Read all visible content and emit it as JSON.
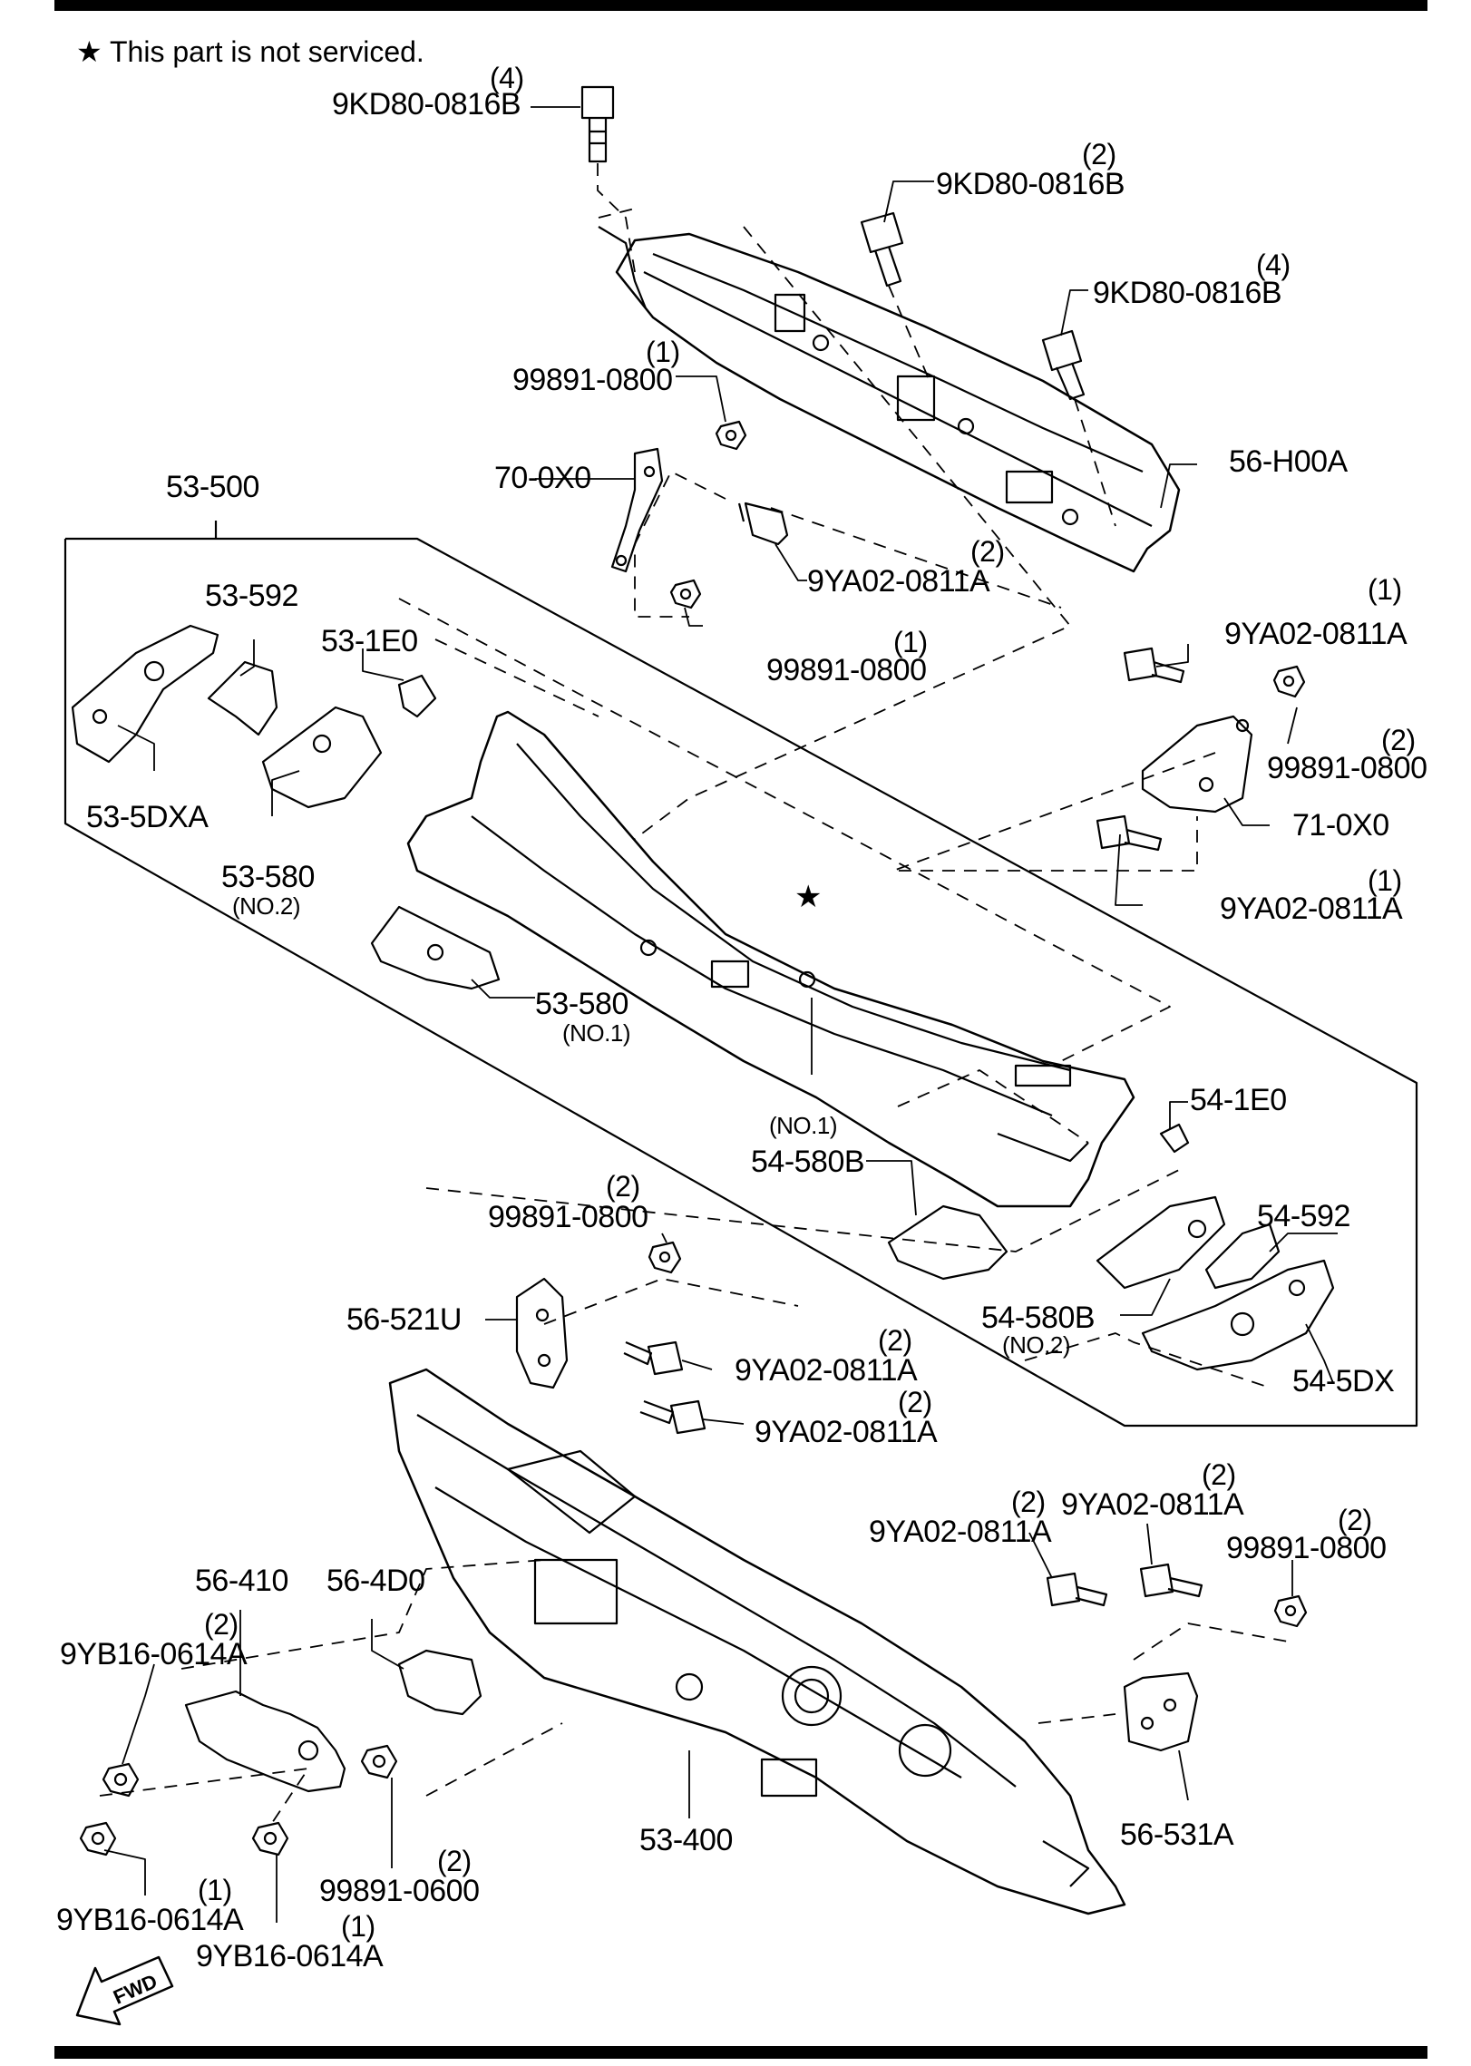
{
  "note": "This part is not serviced.",
  "star_symbol": "★",
  "fwd_label": "FWD",
  "callouts": [
    {
      "id": "bolt-top-left",
      "part": "9KD80-0816B",
      "qty": "(4)"
    },
    {
      "id": "bolt-top-mid",
      "part": "9KD80-0816B",
      "qty": "(2)"
    },
    {
      "id": "bolt-top-right",
      "part": "9KD80-0816B",
      "qty": "(4)"
    },
    {
      "id": "nut-70-upper",
      "part": "99891-0800",
      "qty": "(1)"
    },
    {
      "id": "bracket-70",
      "part": "70-0X0",
      "qty": ""
    },
    {
      "id": "cowl-panel-56",
      "part": "56-H00A",
      "qty": ""
    },
    {
      "id": "assembly-53-500",
      "part": "53-500",
      "qty": ""
    },
    {
      "id": "bolt-70",
      "part": "9YA02-0811A",
      "qty": "(2)"
    },
    {
      "id": "nut-70-lower",
      "part": "99891-0800",
      "qty": "(1)"
    },
    {
      "id": "part-53-592",
      "part": "53-592",
      "qty": ""
    },
    {
      "id": "part-53-1e0",
      "part": "53-1E0",
      "qty": ""
    },
    {
      "id": "part-53-5dxa",
      "part": "53-5DXA",
      "qty": ""
    },
    {
      "id": "part-53-580-no2",
      "part": "53-580",
      "qty": "",
      "sub": "(NO.2)"
    },
    {
      "id": "part-53-580-no1",
      "part": "53-580",
      "qty": "",
      "sub": "(NO.1)"
    },
    {
      "id": "bolt-71-upper",
      "part": "9YA02-0811A",
      "qty": "(1)"
    },
    {
      "id": "nut-71",
      "part": "99891-0800",
      "qty": "(2)"
    },
    {
      "id": "bracket-71",
      "part": "71-0X0",
      "qty": ""
    },
    {
      "id": "bolt-71-lower",
      "part": "9YA02-0811A",
      "qty": "(1)"
    },
    {
      "id": "part-54-1e0",
      "part": "54-1E0",
      "qty": ""
    },
    {
      "id": "part-54-580b-no1",
      "part": "54-580B",
      "qty": "",
      "sub": "(NO.1)"
    },
    {
      "id": "part-54-592",
      "part": "54-592",
      "qty": ""
    },
    {
      "id": "part-54-580b-no2",
      "part": "54-580B",
      "qty": "",
      "sub": "(NO.2)"
    },
    {
      "id": "part-54-5dx",
      "part": "54-5DX",
      "qty": ""
    },
    {
      "id": "nut-56-521u",
      "part": "99891-0800",
      "qty": "(2)"
    },
    {
      "id": "bracket-56-521u",
      "part": "56-521U",
      "qty": ""
    },
    {
      "id": "bolt-521-a",
      "part": "9YA02-0811A",
      "qty": "(2)"
    },
    {
      "id": "bolt-521-b",
      "part": "9YA02-0811A",
      "qty": "(2)"
    },
    {
      "id": "bolt-531-a",
      "part": "9YA02-0811A",
      "qty": "(2)"
    },
    {
      "id": "bolt-531-b",
      "part": "9YA02-0811A",
      "qty": "(2)"
    },
    {
      "id": "nut-531",
      "part": "99891-0800",
      "qty": "(2)"
    },
    {
      "id": "part-56-410",
      "part": "56-410",
      "qty": ""
    },
    {
      "id": "part-56-4d0",
      "part": "56-4D0",
      "qty": ""
    },
    {
      "id": "nut-410-a",
      "part": "9YB16-0614A",
      "qty": "(2)"
    },
    {
      "id": "nut-600",
      "part": "99891-0600",
      "qty": "(2)"
    },
    {
      "id": "dash-53-400",
      "part": "53-400",
      "qty": ""
    },
    {
      "id": "bracket-56-531a",
      "part": "56-531A",
      "qty": ""
    },
    {
      "id": "nut-410-b",
      "part": "9YB16-0614A",
      "qty": "(1)"
    },
    {
      "id": "nut-410-c",
      "part": "9YB16-0614A",
      "qty": "(1)"
    }
  ]
}
